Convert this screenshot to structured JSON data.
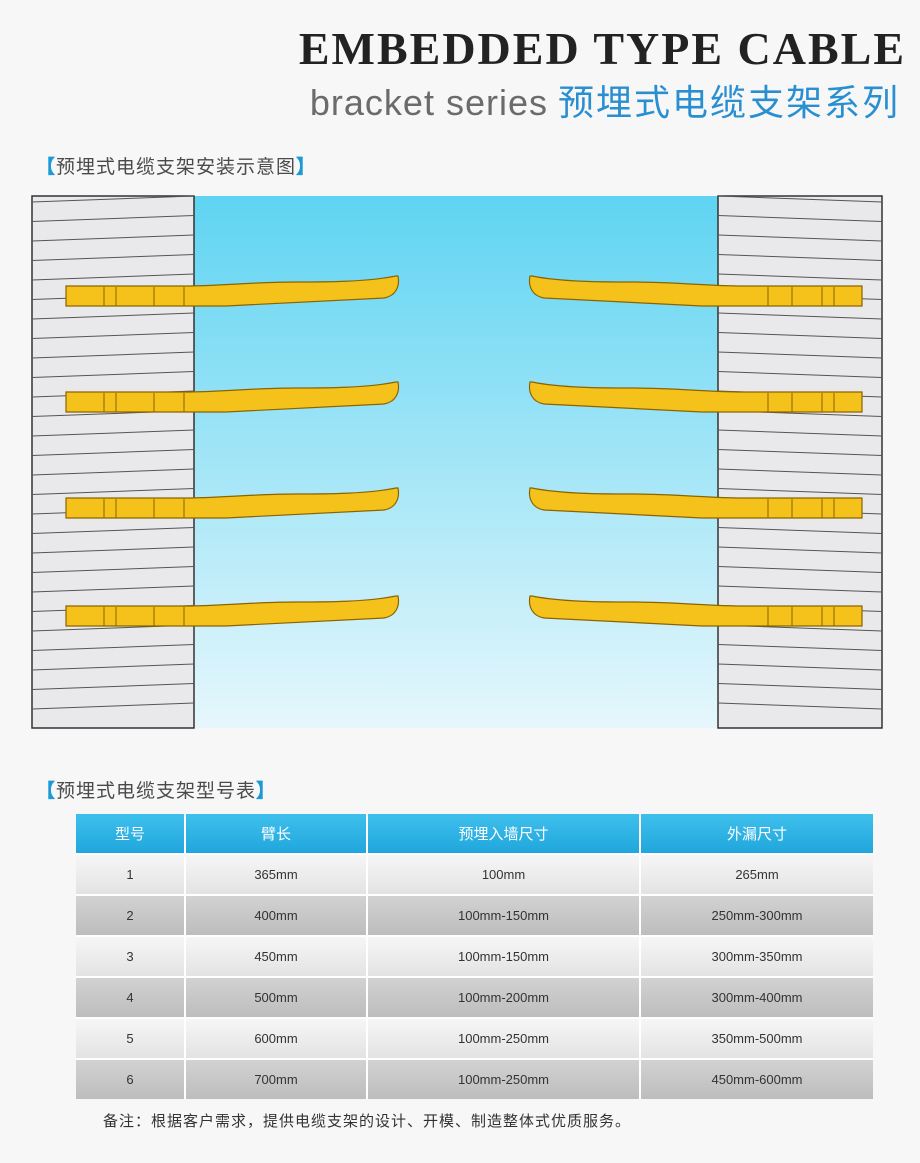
{
  "header": {
    "title_en_main": "EMBEDDED TYPE CABLE",
    "title_en_sub": "bracket series",
    "title_cn": "预埋式电缆支架系列"
  },
  "sections": {
    "install_heading": "预埋式电缆支架安装示意图",
    "table_heading": "预埋式电缆支架型号表",
    "bracket_open": "【",
    "bracket_close": "】"
  },
  "colors": {
    "accent": "#2a8fd1",
    "bracket_fill": "#f5c21b",
    "bracket_stroke": "#8a6400",
    "wall_fill": "#e9e9ec",
    "sky_top": "#5fd4f2",
    "sky_bottom": "#e6f7fc",
    "table_header": "#2bb0e3"
  },
  "diagram": {
    "left_wall": "brick wall",
    "right_wall": "brick wall",
    "bracket_levels": 4,
    "brackets_per_side": 4
  },
  "spec_table": {
    "columns": [
      "型号",
      "臂长",
      "预埋入墙尺寸",
      "外漏尺寸"
    ],
    "rows": [
      [
        "1",
        "365mm",
        "100mm",
        "265mm"
      ],
      [
        "2",
        "400mm",
        "100mm-150mm",
        "250mm-300mm"
      ],
      [
        "3",
        "450mm",
        "100mm-150mm",
        "300mm-350mm"
      ],
      [
        "4",
        "500mm",
        "100mm-200mm",
        "300mm-400mm"
      ],
      [
        "5",
        "600mm",
        "100mm-250mm",
        "350mm-500mm"
      ],
      [
        "6",
        "700mm",
        "100mm-250mm",
        "450mm-600mm"
      ]
    ]
  },
  "note": "备注：根据客户需求，提供电缆支架的设计、开模、制造整体式优质服务。"
}
